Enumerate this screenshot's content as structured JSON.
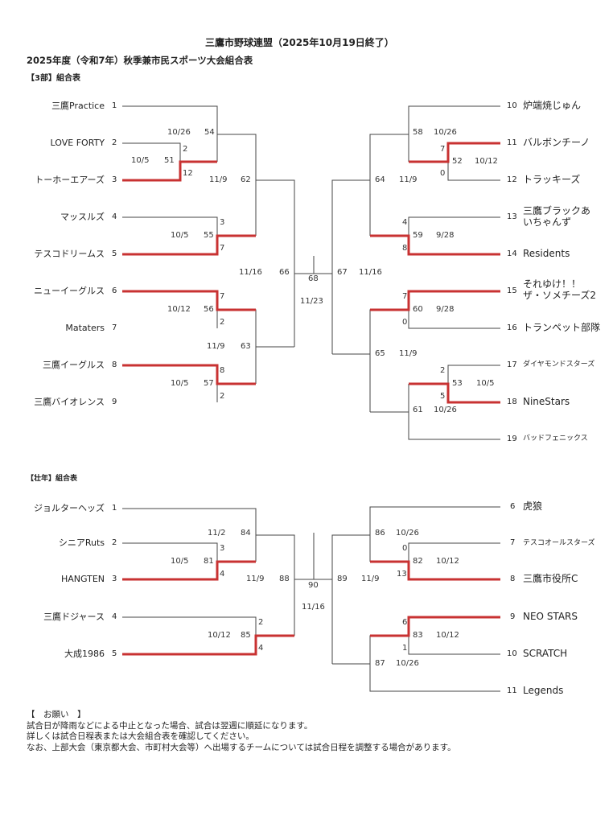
{
  "header": {
    "title": "三鷹市野球連盟（2025年10月19日終了）",
    "subtitle": "2025年度（令和7年）秋季兼市民スポーツ大会組合表"
  },
  "div3": {
    "heading": "【3部】組合表",
    "left_teams": [
      {
        "seed": "1",
        "name": "三鷹Practice"
      },
      {
        "seed": "2",
        "name": "LOVE  FORTY"
      },
      {
        "seed": "3",
        "name": "トーホーエアーズ"
      },
      {
        "seed": "4",
        "name": "マッスルズ"
      },
      {
        "seed": "5",
        "name": "テスコドリームス"
      },
      {
        "seed": "6",
        "name": "ニューイーグルス"
      },
      {
        "seed": "7",
        "name": "Mataters"
      },
      {
        "seed": "8",
        "name": "三鷹イーグルス"
      },
      {
        "seed": "9",
        "name": "三鷹バイオレンス"
      }
    ],
    "right_teams": [
      {
        "seed": "10",
        "name": "炉端焼じゅん"
      },
      {
        "seed": "11",
        "name": "バルボンチーノ"
      },
      {
        "seed": "12",
        "name": "トラッキーズ"
      },
      {
        "seed": "13",
        "name": "三鷹ブラックあ\nいちゃんず"
      },
      {
        "seed": "14",
        "name": "Residents"
      },
      {
        "seed": "15",
        "name": "それゆけ！！\nザ・ソメチーズ2"
      },
      {
        "seed": "16",
        "name": "トランペット部隊"
      },
      {
        "seed": "17",
        "name": "ダイヤモンドスターズ"
      },
      {
        "seed": "18",
        "name": "NineStars"
      },
      {
        "seed": "19",
        "name": "バッドフェニックス"
      }
    ],
    "labels": [
      "10/26",
      "54",
      "2",
      "10/5",
      "51",
      "12",
      "11/9",
      "62",
      "3",
      "10/5",
      "55",
      "7",
      "11/16",
      "66",
      "68",
      "67",
      "11/16",
      "11/23",
      "7",
      "10/12",
      "56",
      "2",
      "11/9",
      "63",
      "8",
      "10/5",
      "57",
      "2",
      "58",
      "10/26",
      "7",
      "52",
      "10/12",
      "0",
      "64",
      "11/9",
      "4",
      "59",
      "9/28",
      "8",
      "7",
      "60",
      "9/28",
      "0",
      "65",
      "11/9",
      "2",
      "53",
      "10/5",
      "5",
      "61",
      "10/26"
    ]
  },
  "senior": {
    "heading": "【壮年】組合表",
    "left_teams": [
      {
        "seed": "1",
        "name": "ジョルターヘッズ"
      },
      {
        "seed": "2",
        "name": "シニアRuts"
      },
      {
        "seed": "3",
        "name": "HANGTEN"
      },
      {
        "seed": "4",
        "name": "三鷹ドジャース"
      },
      {
        "seed": "5",
        "name": "大成1986"
      }
    ],
    "right_teams": [
      {
        "seed": "6",
        "name": "虎狼"
      },
      {
        "seed": "7",
        "name": "テスコオールスターズ"
      },
      {
        "seed": "8",
        "name": "三鷹市役所C"
      },
      {
        "seed": "9",
        "name": "NEO  STARS"
      },
      {
        "seed": "10",
        "name": "SCRATCH"
      },
      {
        "seed": "11",
        "name": "Legends"
      }
    ],
    "labels": [
      "11/2",
      "84",
      "3",
      "10/5",
      "81",
      "4",
      "11/9",
      "88",
      "90",
      "89",
      "11/9",
      "11/16",
      "2",
      "10/12",
      "85",
      "4",
      "86",
      "10/26",
      "0",
      "82",
      "10/12",
      "13",
      "6",
      "83",
      "10/12",
      "1",
      "87",
      "10/26"
    ]
  },
  "notes": {
    "heading": "【　お願い　】",
    "lines": [
      "試合日が降雨などによる中止となった場合、試合は翌週に順延になります。",
      "詳しくは試合日程表または大会組合表を確認してください。",
      "なお、上部大会（東京都大会、市町村大会等）へ出場するチームについては試合日程を調整する場合があります。"
    ]
  },
  "colors": {
    "winner_line": "#c83232",
    "line": "#444444"
  }
}
